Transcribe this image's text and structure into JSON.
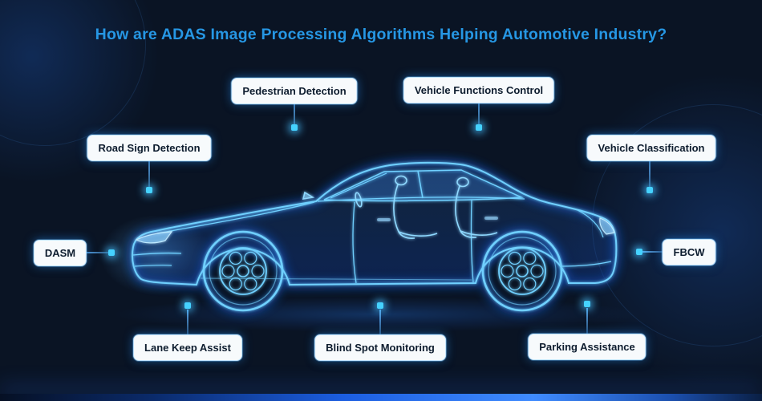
{
  "title": "How are ADAS Image Processing Algorithms Helping Automotive Industry?",
  "callouts": [
    {
      "id": "pedestrian-detection",
      "text": "Pedestrian Detection"
    },
    {
      "id": "vehicle-functions-control",
      "text": "Vehicle Functions Control"
    },
    {
      "id": "road-sign-detection",
      "text": "Road Sign Detection"
    },
    {
      "id": "vehicle-classification",
      "text": "Vehicle Classification"
    },
    {
      "id": "dasm",
      "text": "DASM"
    },
    {
      "id": "fbcw",
      "text": "FBCW"
    },
    {
      "id": "lane-keep-assist",
      "text": "Lane Keep Assist"
    },
    {
      "id": "blind-spot-monitoring",
      "text": "Blind Spot Monitoring"
    },
    {
      "id": "parking-assistance",
      "text": "Parking Assistance"
    }
  ],
  "colors": {
    "background": "#0a1424",
    "title": "#2697e4",
    "label_bg": "#f7fafc",
    "label_border": "#bfe3ff",
    "label_text": "#0d1c2e",
    "connector": "#5aaaf0",
    "dot": "#45d2ff",
    "car_glow": "#6fd0ff",
    "bottom_bar": "#1b5de0"
  }
}
